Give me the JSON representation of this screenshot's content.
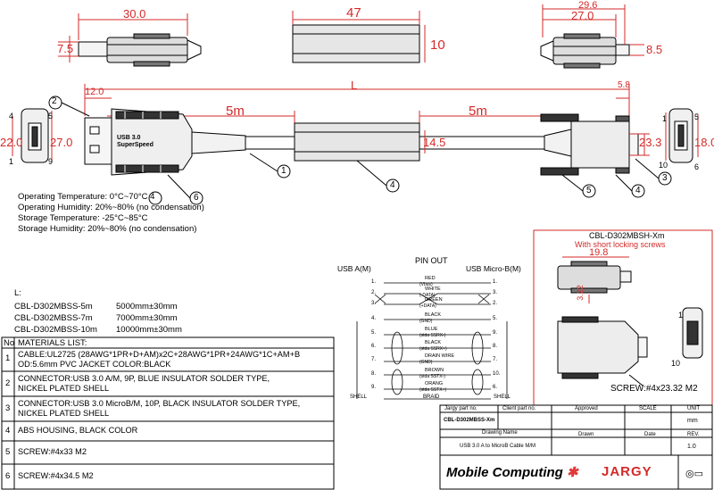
{
  "dims": {
    "a_len": "30.0",
    "a_h": "7.5",
    "mold_len": "47",
    "mold_h": "10",
    "b_len1": "29.6",
    "b_len2": "27.0",
    "b_h": "8.5",
    "top_a": "12.0",
    "total": "L",
    "top_b": "5.8",
    "seg1": "5m",
    "seg2": "5m",
    "a_face_h": "22.0",
    "a_body_h": "27.0",
    "mold_mid": "14.5",
    "b_body_h": "23.3",
    "b_face_h": "18.0"
  },
  "pins_a": {
    "p4": "4",
    "p5": "5",
    "p1": "1",
    "p9": "9"
  },
  "pins_b": {
    "p1": "1",
    "p5": "5",
    "p10": "10",
    "p6": "6"
  },
  "balloons": {
    "b1": "1",
    "b2": "2",
    "b3": "3",
    "b4": "4",
    "b5": "5",
    "b6": "6",
    "b4b": "4"
  },
  "usb_brand": {
    "l1": "USB 3.0",
    "l2": "SuperSpeed"
  },
  "env": {
    "l1": "Operating Temperature: 0°C~70°C",
    "l2": "Operating Humidity: 20%~80% (no condensation)",
    "l3": "Storage Temperature: -25°C~85°C",
    "l4": "Storage  Humidity: 20%~80% (no condensation)"
  },
  "lengths": {
    "label": "L:",
    "rows": [
      {
        "pn": "CBL-D302MBSS-5m",
        "len": "5000mm±30mm"
      },
      {
        "pn": "CBL-D302MBSS-7m",
        "len": "7000mm±30mm"
      },
      {
        "pn": "CBL-D302MBSS-10m",
        "len": "10000mm±30mm"
      }
    ]
  },
  "materials": {
    "h_no": "No",
    "h_title": "MATERIALS LIST:",
    "rows": [
      {
        "n": "1",
        "l1": "CABLE:UL2725 (28AWG*1PR+D+AM)x2C+28AWG*1PR+24AWG*1C+AM+B",
        "l2": "OD:5.6mm  PVC JACKET COLOR:BLACK"
      },
      {
        "n": "2",
        "l1": "CONNECTOR:USB 3.0 A/M, 9P, BLUE INSULATOR SOLDER TYPE,",
        "l2": "NICKEL PLATED SHELL"
      },
      {
        "n": "3",
        "l1": "CONNECTOR:USB 3.0 MicroB/M, 10P, BLACK INSULATOR SOLDER TYPE,",
        "l2": "NICKEL PLATED SHELL"
      },
      {
        "n": "4",
        "l1": "ABS HOUSING, BLACK COLOR",
        "l2": ""
      },
      {
        "n": "5",
        "l1": "SCREW:#4x33 M2",
        "l2": ""
      },
      {
        "n": "6",
        "l1": "SCREW:#4x34.5 M2",
        "l2": ""
      }
    ]
  },
  "pinout": {
    "title": "PIN OUT",
    "left": "USB A(M)",
    "right": "USB Micro-B(M)",
    "rows": [
      {
        "l": "1.",
        "r": "1.",
        "c1": "RED",
        "c2": "(Vbus)"
      },
      {
        "l": "2.",
        "r": "3.",
        "c1": "WHITE",
        "c2": "(-DATA)"
      },
      {
        "l": "3.",
        "r": "2.",
        "c1": "GREEN",
        "c2": "(+DATA)"
      },
      {
        "l": "4.",
        "r": "5.",
        "c1": "BLACK",
        "c2": "(GND)"
      },
      {
        "l": "5.",
        "r": "9.",
        "c1": "BLUE",
        "c2": "(stda SSRX-)"
      },
      {
        "l": "6.",
        "r": "8.",
        "c1": "BLACK",
        "c2": "(stda SSRX+)"
      },
      {
        "l": "7.",
        "r": "7.",
        "c1": "DRAIN WIRE",
        "c2": "(GND)"
      },
      {
        "l": "8.",
        "r": "10.",
        "c1": "BROWN",
        "c2": "(stda SSTX-)"
      },
      {
        "l": "9.",
        "r": "6.",
        "c1": "ORANG",
        "c2": "(stda SSTX+)"
      }
    ],
    "shell_l": "SHELL",
    "braid": "BRAID",
    "shell_r": "SHELL"
  },
  "variant": {
    "title": "CBL-D302MBSH-Xm",
    "subtitle": "With short locking screws",
    "dim_len": "19.8",
    "dim_h": "3.22",
    "pin1": "1",
    "pin10": "10",
    "screw": "SCREW:#4x23.32 M2"
  },
  "title_block": {
    "h_jargy": "Jargy part no.",
    "h_client": "Client part no.",
    "h_approved": "Approved",
    "h_scale": "SCALE",
    "h_unit": "UNIT",
    "part_no": "CBL-D302MBSS-Xm",
    "unit": "mm",
    "h_drawing": "Drawing Name",
    "h_drawn": "Drawn",
    "h_date": "Date",
    "h_rev": "REV.",
    "drawing_name": "USB 3.0 A to MicroB Cable M/M",
    "rev": "1.0",
    "brand_mobile": "Mobile",
    "brand_computing": "Computing",
    "brand_jargy": "JARGY"
  }
}
